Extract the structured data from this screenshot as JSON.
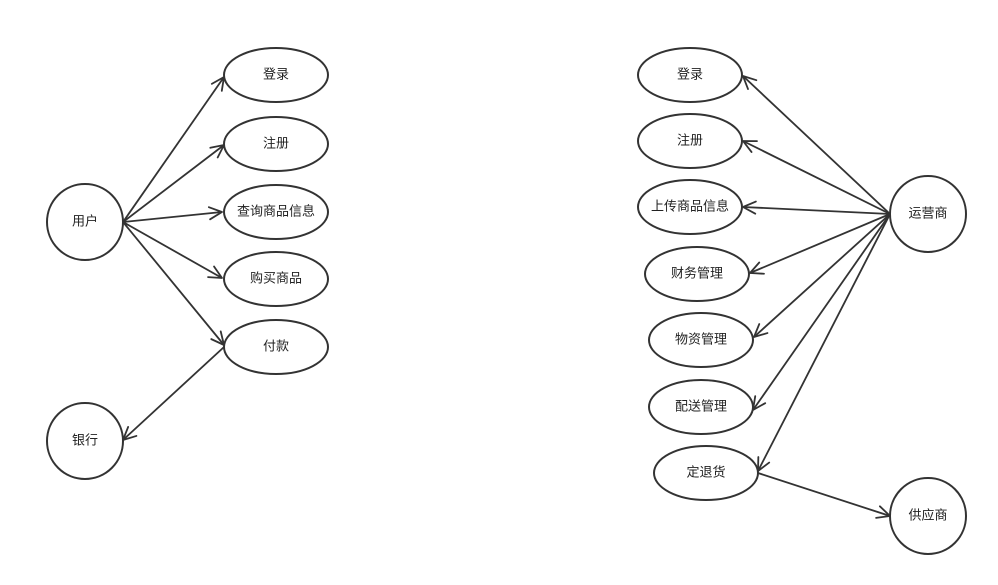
{
  "diagram": {
    "colors": {
      "stroke": "#333333",
      "fill": "#ffffff",
      "text": "#222222"
    },
    "actors": [
      {
        "id": "user",
        "label": "用户"
      },
      {
        "id": "bank",
        "label": "银行"
      },
      {
        "id": "operator",
        "label": "运营商"
      },
      {
        "id": "supplier",
        "label": "供应商"
      }
    ],
    "use_cases": [
      {
        "id": "u_login",
        "label": "登录"
      },
      {
        "id": "u_register",
        "label": "注册"
      },
      {
        "id": "u_query",
        "label": "查询商品信息"
      },
      {
        "id": "u_buy",
        "label": "购买商品"
      },
      {
        "id": "u_pay",
        "label": "付款"
      },
      {
        "id": "o_login",
        "label": "登录"
      },
      {
        "id": "o_register",
        "label": "注册"
      },
      {
        "id": "o_upload",
        "label": "上传商品信息"
      },
      {
        "id": "o_finance",
        "label": "财务管理"
      },
      {
        "id": "o_material",
        "label": "物资管理"
      },
      {
        "id": "o_delivery",
        "label": "配送管理"
      },
      {
        "id": "o_return",
        "label": "定退货"
      }
    ],
    "edges": [
      {
        "from": "user",
        "to": "u_login"
      },
      {
        "from": "user",
        "to": "u_register"
      },
      {
        "from": "user",
        "to": "u_query"
      },
      {
        "from": "user",
        "to": "u_buy"
      },
      {
        "from": "user",
        "to": "u_pay"
      },
      {
        "from": "u_pay",
        "to": "bank"
      },
      {
        "from": "operator",
        "to": "o_login"
      },
      {
        "from": "operator",
        "to": "o_register"
      },
      {
        "from": "operator",
        "to": "o_upload"
      },
      {
        "from": "operator",
        "to": "o_finance"
      },
      {
        "from": "operator",
        "to": "o_material"
      },
      {
        "from": "operator",
        "to": "o_delivery"
      },
      {
        "from": "operator",
        "to": "o_return"
      },
      {
        "from": "o_return",
        "to": "supplier"
      }
    ]
  }
}
